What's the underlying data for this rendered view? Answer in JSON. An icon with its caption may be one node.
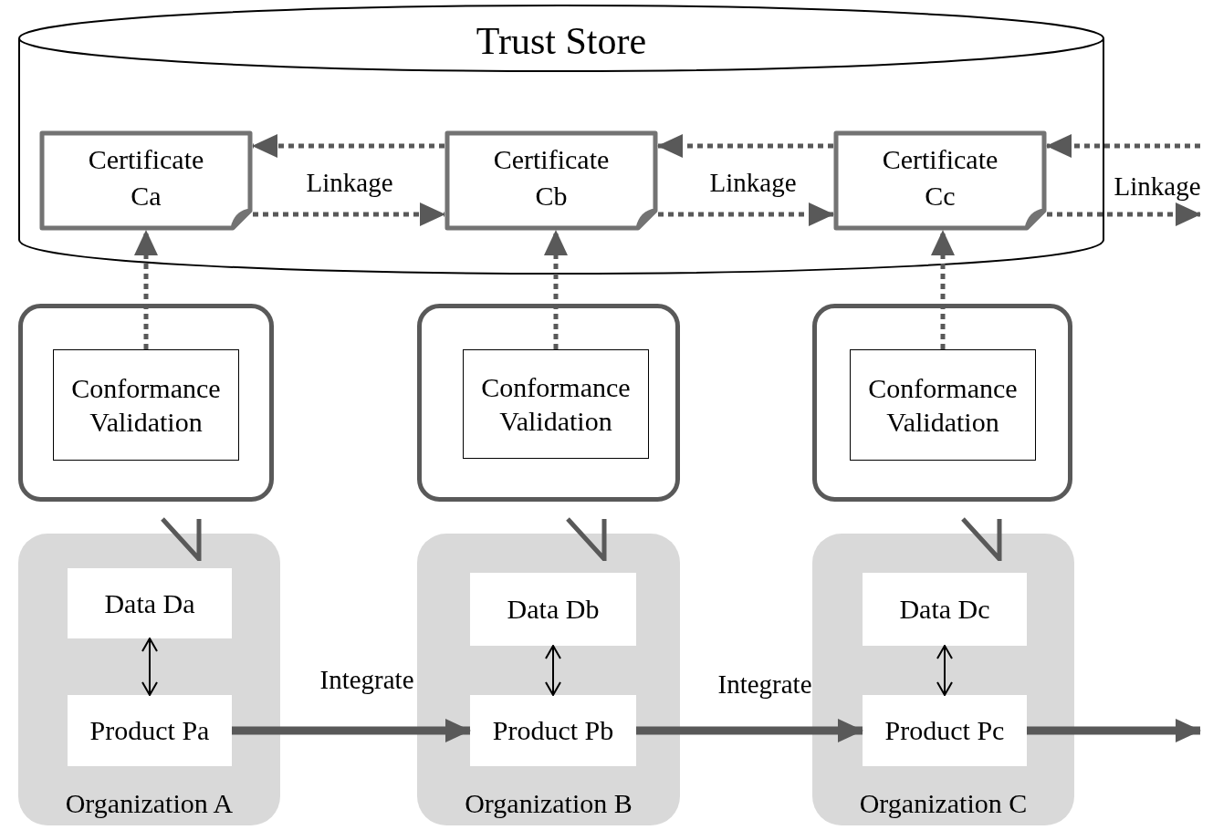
{
  "diagram": {
    "nodes": [
      {
        "text": [
          "Trust Store"
        ]
      },
      {
        "text": [
          "Certificate Ca"
        ],
        "in": 0
      },
      {
        "text": [
          "Certificate Cb"
        ],
        "in": 0
      },
      {
        "text": [
          "Certificate Cc"
        ],
        "in": 0
      },
      {
        "text": [],
        "shape": "box"
      },
      {
        "text": [
          "Conformance Validation"
        ],
        "in": 4
      },
      {
        "text": [],
        "shape": "box"
      },
      {
        "text": [
          "Conformance Validation"
        ],
        "in": 6
      },
      {
        "text": [],
        "shape": "box"
      },
      {
        "text": [
          "Conformance Validation"
        ],
        "in": 8
      },
      {
        "text": [
          "Organization A"
        ]
      },
      {
        "text": [
          "Data Da"
        ],
        "in": 10
      },
      {
        "text": [
          "Product Pa"
        ],
        "in": 10
      },
      {
        "text": [
          "Organization B"
        ]
      },
      {
        "text": [
          "Data Db"
        ],
        "in": 13
      },
      {
        "text": [
          "Product Pb"
        ],
        "in": 13
      },
      {
        "text": [
          "Organization C"
        ]
      },
      {
        "text": [
          "Data Dc"
        ],
        "in": 16
      },
      {
        "text": [
          "Product Pc"
        ],
        "in": 16
      }
    ],
    "edges": [
      {
        "from": 5,
        "to": 1,
        "arrow": "to",
        "style": "dashed"
      },
      {
        "from": 7,
        "to": 2,
        "arrow": "to",
        "style": "dashed"
      },
      {
        "from": 9,
        "to": 3,
        "arrow": "to",
        "style": "dashed"
      },
      {
        "from": 2,
        "to": 1,
        "arrow": "to",
        "style": "dashed"
      },
      {
        "from": 1,
        "to": 2,
        "arrow": "to",
        "style": "dashed",
        "label": "Linkage"
      },
      {
        "from": 3,
        "to": 2,
        "arrow": "to",
        "style": "dashed"
      },
      {
        "from": 2,
        "to": 3,
        "arrow": "to",
        "style": "dashed",
        "label": "Linkage"
      },
      {
        "from": null,
        "to": 3,
        "arrow": "to",
        "style": "dashed"
      },
      {
        "from": 3,
        "to": null,
        "arrow": "to",
        "style": "dashed",
        "label": "Linkage"
      },
      {
        "from": 11,
        "to": 12,
        "arrow": "both",
        "color": "#000000"
      },
      {
        "from": 14,
        "to": 15,
        "arrow": "both",
        "color": "#000000"
      },
      {
        "from": 17,
        "to": 18,
        "arrow": "both",
        "color": "#000000"
      },
      {
        "from": 12,
        "to": 15,
        "arrow": "to",
        "style": "thick",
        "label": "Integrate"
      },
      {
        "from": 15,
        "to": 18,
        "arrow": "to",
        "style": "thick",
        "label": "Integrate"
      },
      {
        "from": 18,
        "to": null,
        "arrow": "to",
        "style": "thick"
      }
    ]
  }
}
